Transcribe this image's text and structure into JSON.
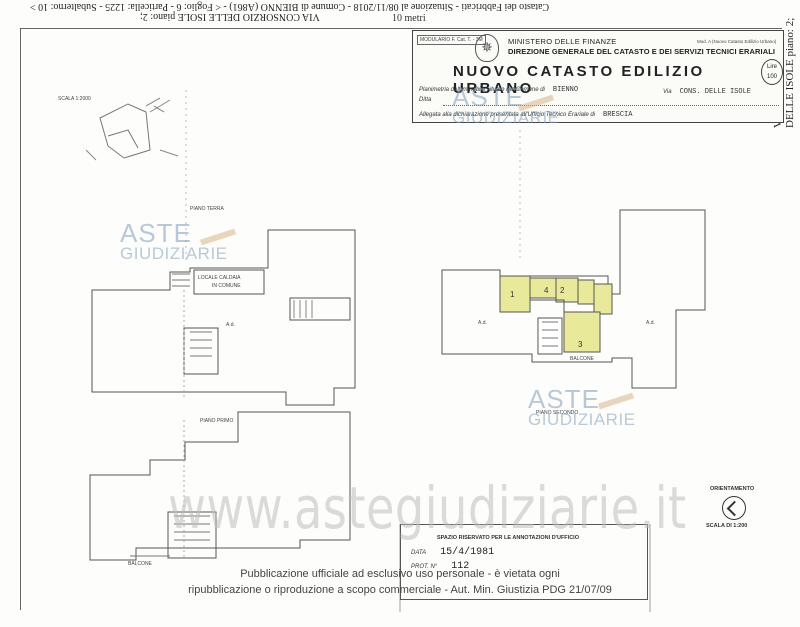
{
  "header_strip": {
    "line1": "VIA CONSORZIO DELLE ISOLE piano: 2;",
    "line2": "Catasto dei Fabbricati - Situazione al 08/11/2018 - Comune di BIENNO (A861) - < Foglio: 6 - Particella: 1225 - Subalterno: 10 >",
    "scale_text": "10 metri"
  },
  "title_block": {
    "small_label": "MODULARIO F. Cat. T. - 3M",
    "ministry": "MINISTERO DELLE FINANZE",
    "directorate": "DIREZIONE GENERALE DEL CATASTO E DEI SERVIZI TECNICI ERARIALI",
    "model_label": "Mod. A (Nuovo Catasto Edilizio Urbano)",
    "main_title": "NUOVO CATASTO EDILIZIO URBANO",
    "lire": "Lire",
    "lire_value": "100",
    "planimetria_label": "Planimetria dell'immobile situato nel Comune di",
    "comune_value": "BIENNO",
    "via_label": "Via",
    "via_value": "CONS. DELLE ISOLE",
    "ditta_label": "Ditta",
    "allegata_label": "Allegata alla dichiarazione presentata all'Ufficio Tecnico Erariale di",
    "ufficio_value": "BRESCIA"
  },
  "plan_labels": {
    "scale_1": "SCALA 1:2000",
    "piano_terra": "PIANO TERRA",
    "piano_primo": "PIANO PRIMO",
    "piano_secondo": "PIANO SECONDO",
    "locale_caldaia": "LOCALE CALDAIA",
    "in_comune": "IN COMUNE",
    "altra_ditta": "A.d.",
    "balcone": "BALCONE",
    "room_numbers": [
      "1",
      "2",
      "3",
      "4"
    ]
  },
  "orientation": {
    "label": "ORIENTAMENTO",
    "scale": "SCALA DI 1:200"
  },
  "stamp": {
    "title": "SPAZIO RISERVATO PER LE ANNOTAZIONI D'UFFICIO",
    "data_label": "DATA",
    "data_value": "15/4/1981",
    "prot_label": "PROT. N°",
    "prot_value": "112"
  },
  "watermarks": {
    "brand_top": "ASTE",
    "brand_bottom": "GIUDIZIARIE",
    "url": "www.astegiudiziarie.it"
  },
  "footer": {
    "line1": "Pubblicazione ufficiale ad esclusivo uso personale - è vietata ogni",
    "line2": "ripubblicazione o riproduzione a scopo commerciale - Aut. Min. Giustizia PDG 21/07/09"
  },
  "colors": {
    "highlight": "#e8ea9a",
    "watermark": "#7f9fbc"
  }
}
